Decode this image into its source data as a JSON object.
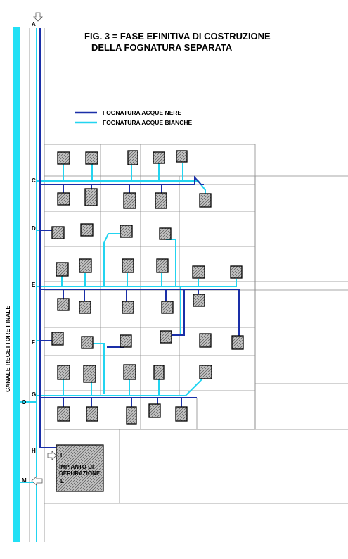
{
  "title": {
    "line1": "FIG. 3  = FASE EFINITIVA DI COSTRUZIONE",
    "line2": "DELLA FOGNATURA SEPARATA"
  },
  "legend": {
    "black_water": "FOGNATURA ACQUE NERE",
    "white_water": "FOGNATURA ACQUE BIANCHE"
  },
  "colors": {
    "black_water": "#1a2fa8",
    "white_water": "#22d4f0",
    "canal": "#22e0f5",
    "grid": "#8a8a8a",
    "building_fill": "#bdbdbd"
  },
  "canal_label": "CANALE  RECETTORE  FINALE",
  "plant_label": {
    "line1": "IMPIANTO  DI",
    "line2": "DEPURAZIONE"
  },
  "points": {
    "A": "A",
    "C": "C",
    "D": "D",
    "E": "E",
    "F": "F",
    "G": "G",
    "O": "O",
    "H": "H",
    "I": "I",
    "M": "M",
    "L": "L"
  },
  "icons": {
    "top_arrow": "down-arrow-icon",
    "plant_arrow": "right-arrow-icon",
    "outlet_arrow": "left-arrow-icon"
  }
}
